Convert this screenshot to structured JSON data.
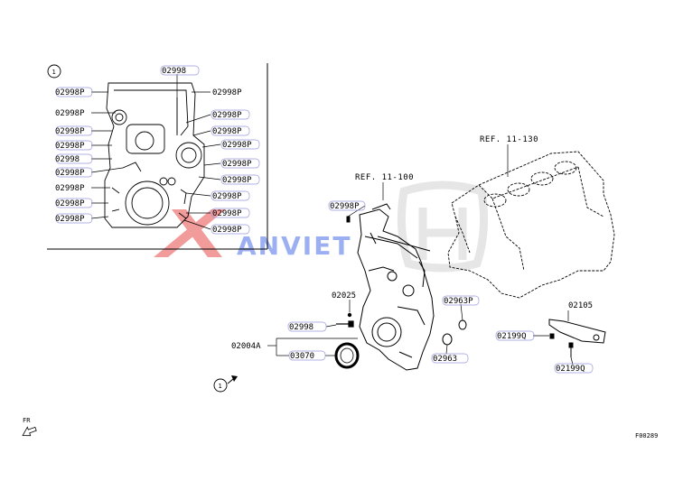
{
  "inset": {
    "index": "1",
    "labels": {
      "top": "02998",
      "l1": "02998P",
      "l2": "02998P",
      "l3": "02998P",
      "l4": "02998P",
      "l5": "02998",
      "l6": "02998P",
      "l7": "02998P",
      "l8": "02998P",
      "l9": "02998P",
      "r1": "02998P",
      "r2": "02998P",
      "r3": "02998P",
      "r4": "02998P",
      "r5": "02998P",
      "r6": "02998P",
      "r7": "02998P",
      "r8": "02998P",
      "r9": "02998P"
    }
  },
  "main": {
    "ref_block": "REF. 11-130",
    "ref_cover": "REF. 11-100",
    "p_02998P": "02998P",
    "p_02025": "02025",
    "p_02998": "02998",
    "p_02004A": "02004A",
    "p_03070": "03070",
    "p_02963P": "02963P",
    "p_02963": "02963",
    "p_02105": "02105",
    "p_02199Q_a": "02199Q",
    "p_02199Q_b": "02199Q",
    "index_callout": "1",
    "front_mark": "FR",
    "drawing_code": "F00289"
  },
  "watermark": {
    "brand": "ANVIET"
  },
  "colors": {
    "line": "#000000",
    "callout_box": "#9999dd",
    "watermark_red": "#e84a4a",
    "watermark_blue": "#4a6ee8",
    "watermark_grey": "#d8d8d8"
  }
}
